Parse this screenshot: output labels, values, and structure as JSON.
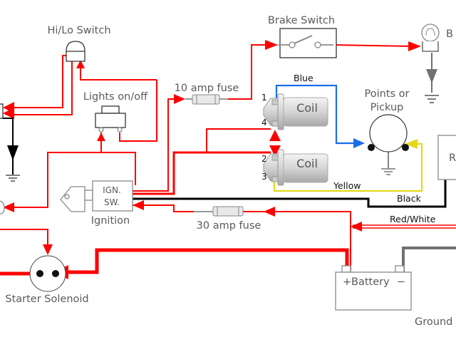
{
  "diagram": {
    "title": "Motorcycle wiring diagram",
    "components": {
      "hi_lo_switch": "Hi/Lo Switch",
      "brake_switch": "Brake Switch",
      "brake_light": "B",
      "lights_switch": "Lights on/off",
      "fuse_10": "10 amp fuse",
      "coil_top": "Coil",
      "coil_bottom": "Coil",
      "points": "Points or",
      "points_line2": "Pickup",
      "ignition_box_line1": "IGN.",
      "ignition_box_line2": "SW.",
      "ignition": "Ignition",
      "fuse_30": "30 amp fuse",
      "starter_solenoid": "Starter Solenoid",
      "battery": "Battery",
      "battery_plus": "+",
      "battery_minus": "−",
      "ground": "Ground",
      "regulator": "R"
    },
    "coil_pins": [
      "1",
      "4",
      "2",
      "3"
    ],
    "wire_labels": {
      "blue": "Blue",
      "yellow": "Yellow",
      "black": "Black",
      "red_white": "Red/White"
    },
    "colors": {
      "power": "#ff0000",
      "blue": "#1a6ee6",
      "yellow": "#e6d81a",
      "black": "#000000",
      "ground": "#707070"
    }
  }
}
